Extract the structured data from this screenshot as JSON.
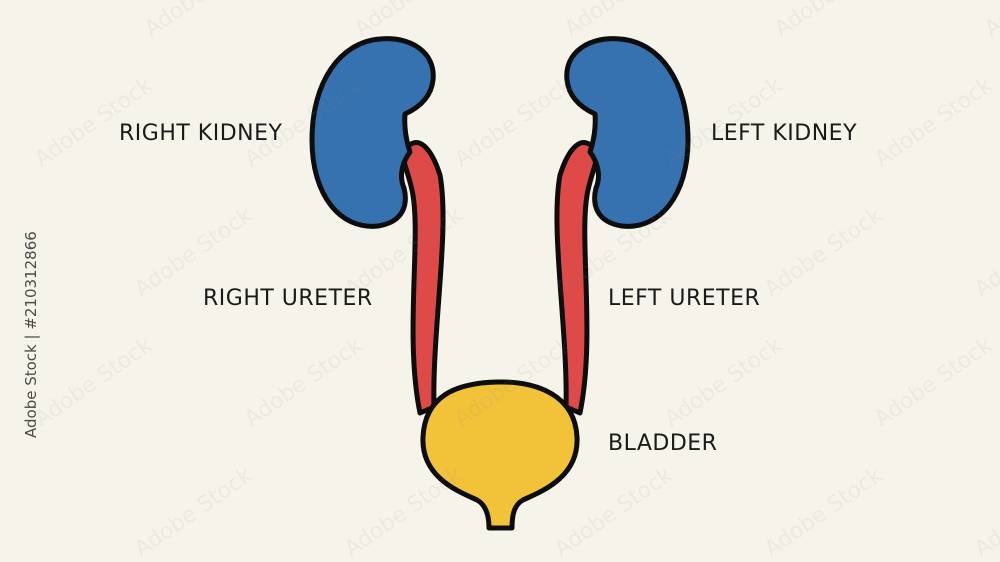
{
  "labels": {
    "right_kidney": "RIGHT KIDNEY",
    "left_kidney": "LEFT KIDNEY",
    "right_ureter": "RIGHT URETER",
    "left_ureter": "LEFT URETER",
    "bladder": "BLADDER"
  },
  "stock_id": "Adobe Stock | #210312866",
  "watermark": "Adobe Stock",
  "colors": {
    "background": "#f6f4ea",
    "kidney": "#3671b0",
    "ureter": "#dd4a47",
    "bladder": "#f2c239",
    "outline": "#0d0d0d"
  }
}
